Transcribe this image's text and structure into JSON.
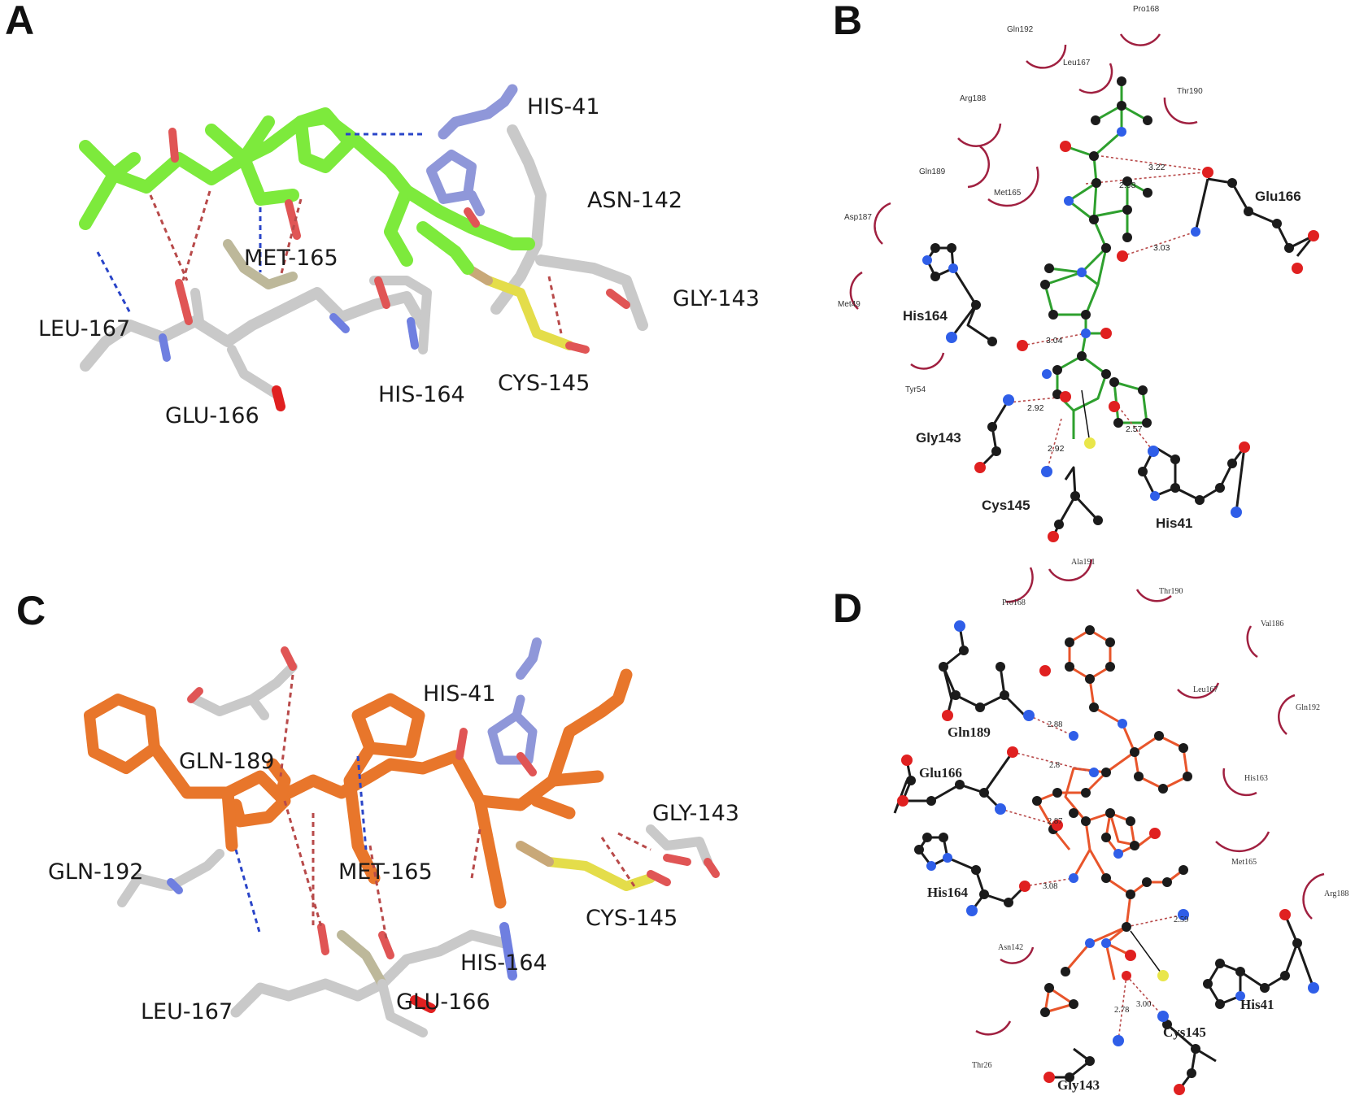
{
  "panels": {
    "A": {
      "letter": "A",
      "residues": [
        "HIS-41",
        "ASN-142",
        "MET-165",
        "GLY-143",
        "LEU-167",
        "GLU-166",
        "HIS-164",
        "CYS-145"
      ]
    },
    "B": {
      "letter": "B",
      "residues": [
        "Glu166",
        "His164",
        "Gly143",
        "Cys145",
        "His41"
      ],
      "hydrophobic": [
        "Pro168",
        "Gln192",
        "Leu167",
        "Arg188",
        "Thr190",
        "Gln189",
        "Met165",
        "Asp187",
        "Met49",
        "Tyr54"
      ],
      "distances": [
        "3.22",
        "2.98",
        "3.03",
        "3.04",
        "2.92",
        "2.92",
        "2.57"
      ]
    },
    "C": {
      "letter": "C",
      "residues": [
        "HIS-41",
        "GLN-189",
        "GLY-143",
        "GLN-192",
        "MET-165",
        "CYS-145",
        "HIS-164",
        "LEU-167",
        "GLU-166"
      ]
    },
    "D": {
      "letter": "D",
      "residues": [
        "Gln189",
        "Glu166",
        "His164",
        "His41",
        "Cys145",
        "Gly143"
      ],
      "hydrophobic": [
        "Ala191",
        "Pro168",
        "Thr190",
        "Val186",
        "Leu167",
        "Gln192",
        "His163",
        "Met165",
        "Arg188",
        "Asn142",
        "Thr26"
      ],
      "distances": [
        "2.88",
        "2.87",
        "3.08",
        "2.59",
        "3.00",
        "2.78",
        "2.8"
      ]
    }
  },
  "colors": {
    "ligand_green": "#7dea3c",
    "ligand_orange": "#e8762b",
    "carbon_grey": "#cfcfcf",
    "his_blue": "#8f97d9",
    "sulfur_yellow": "#e9e64a",
    "oxygen_red": "#e02020",
    "nitrogen_blue": "#2f5ee8",
    "hbond_red": "#b84a4a",
    "contact_blue": "#2a45c8",
    "hydrophobic_arc": "#a02040",
    "black_atom": "#1b1b1b",
    "lig2d_green": "#2ea02e",
    "lig2d_orange": "#e8552b"
  }
}
